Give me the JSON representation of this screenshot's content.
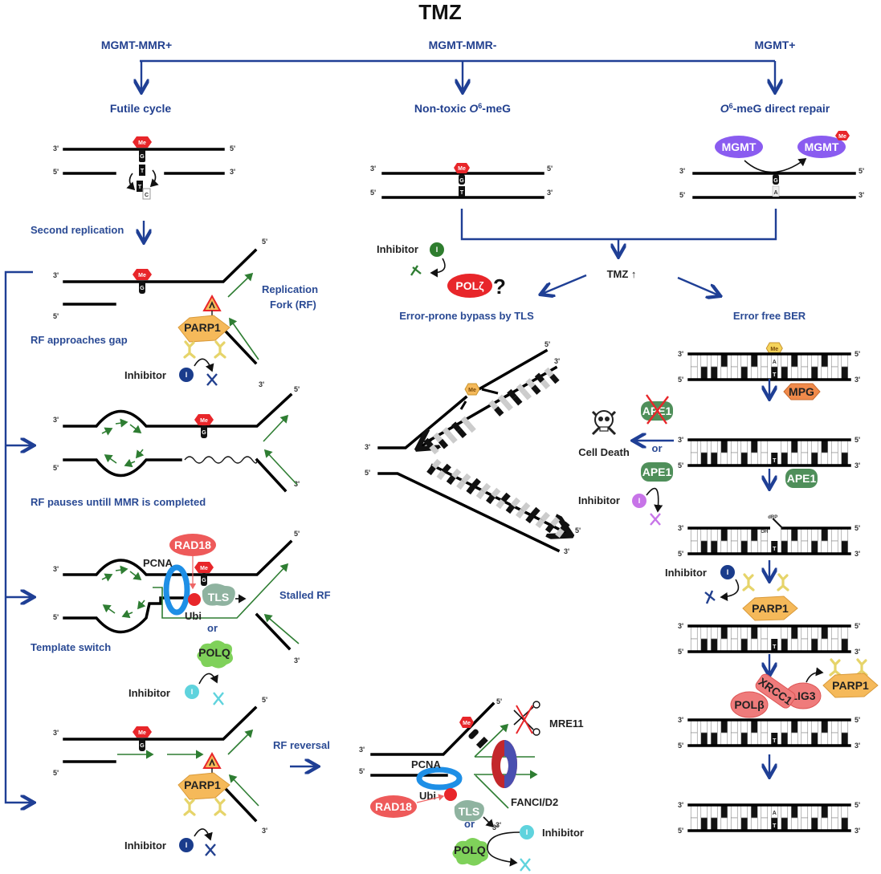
{
  "title": "TMZ",
  "branches": {
    "left_header": "MGMT-MMR+",
    "mid_header": "MGMT-MMR-",
    "right_header": "MGMT+",
    "left_outcome": "Futile cycle",
    "mid_outcome_prefix": "Non-toxic ",
    "mid_outcome_o": "O",
    "mid_outcome_sup": "6",
    "mid_outcome_suffix": "-meG",
    "right_outcome_o": "O",
    "right_outcome_sup": "6",
    "right_outcome_suffix": "-meG direct repair"
  },
  "ends": {
    "three": "3'",
    "five": "5'"
  },
  "labels": {
    "me": "Me",
    "g": "G",
    "t": "T",
    "c": "C",
    "a": "A",
    "oh": "OH",
    "drp": "dRP",
    "i": "I",
    "or": "or",
    "inhibitor": "Inhibitor"
  },
  "left": {
    "second_replication": "Second replication",
    "replication_fork_1": "Replication",
    "replication_fork_2": "Fork (RF)",
    "rf_approaches_gap": "RF approaches gap",
    "rf_pauses": "RF pauses untill MMR is completed",
    "template_switch": "Template switch",
    "stalled_rf": "Stalled RF",
    "rf_reversal": "RF reversal"
  },
  "proteins": {
    "parp1": "PARP1",
    "pcna": "PCNA",
    "rad18": "RAD18",
    "tls": "TLS",
    "ubi": "Ubi",
    "polq": "POLQ",
    "polz": "POLζ",
    "mgmt": "MGMT",
    "mpg": "MPG",
    "ape1": "APE1",
    "polb": "POLβ",
    "xrcc1": "XRCC1",
    "lig3": "LIG3",
    "mre11": "MRE11",
    "fanci": "FANCI/D2"
  },
  "middle": {
    "tmz_up": "TMZ ↑",
    "question": "?",
    "error_prone": "Error-prone bypass by TLS"
  },
  "right": {
    "error_free_ber": "Error free BER",
    "cell_death": "Cell Death"
  },
  "colors": {
    "flow_blue": "#1f3f95",
    "me_red": "#e8262a",
    "parp_orange": "#f5b95a",
    "mgmt_purple": "#8a5cf0",
    "ape1_green": "#4f8f5a",
    "polq_green": "#7fd15a",
    "tls_grey": "#8fb3a0",
    "rad18_red": "#ee5a5a",
    "pcna_blue": "#1e8fe6",
    "inhibitor_navy": "#1a3c8c",
    "inhibitor_cyan": "#5fd3dd",
    "inhibitor_purple": "#c774e8",
    "inhibitor_green": "#2e7d2e",
    "mpg_orange": "#f08a4b",
    "ber_pink": "#ef7b7b"
  }
}
